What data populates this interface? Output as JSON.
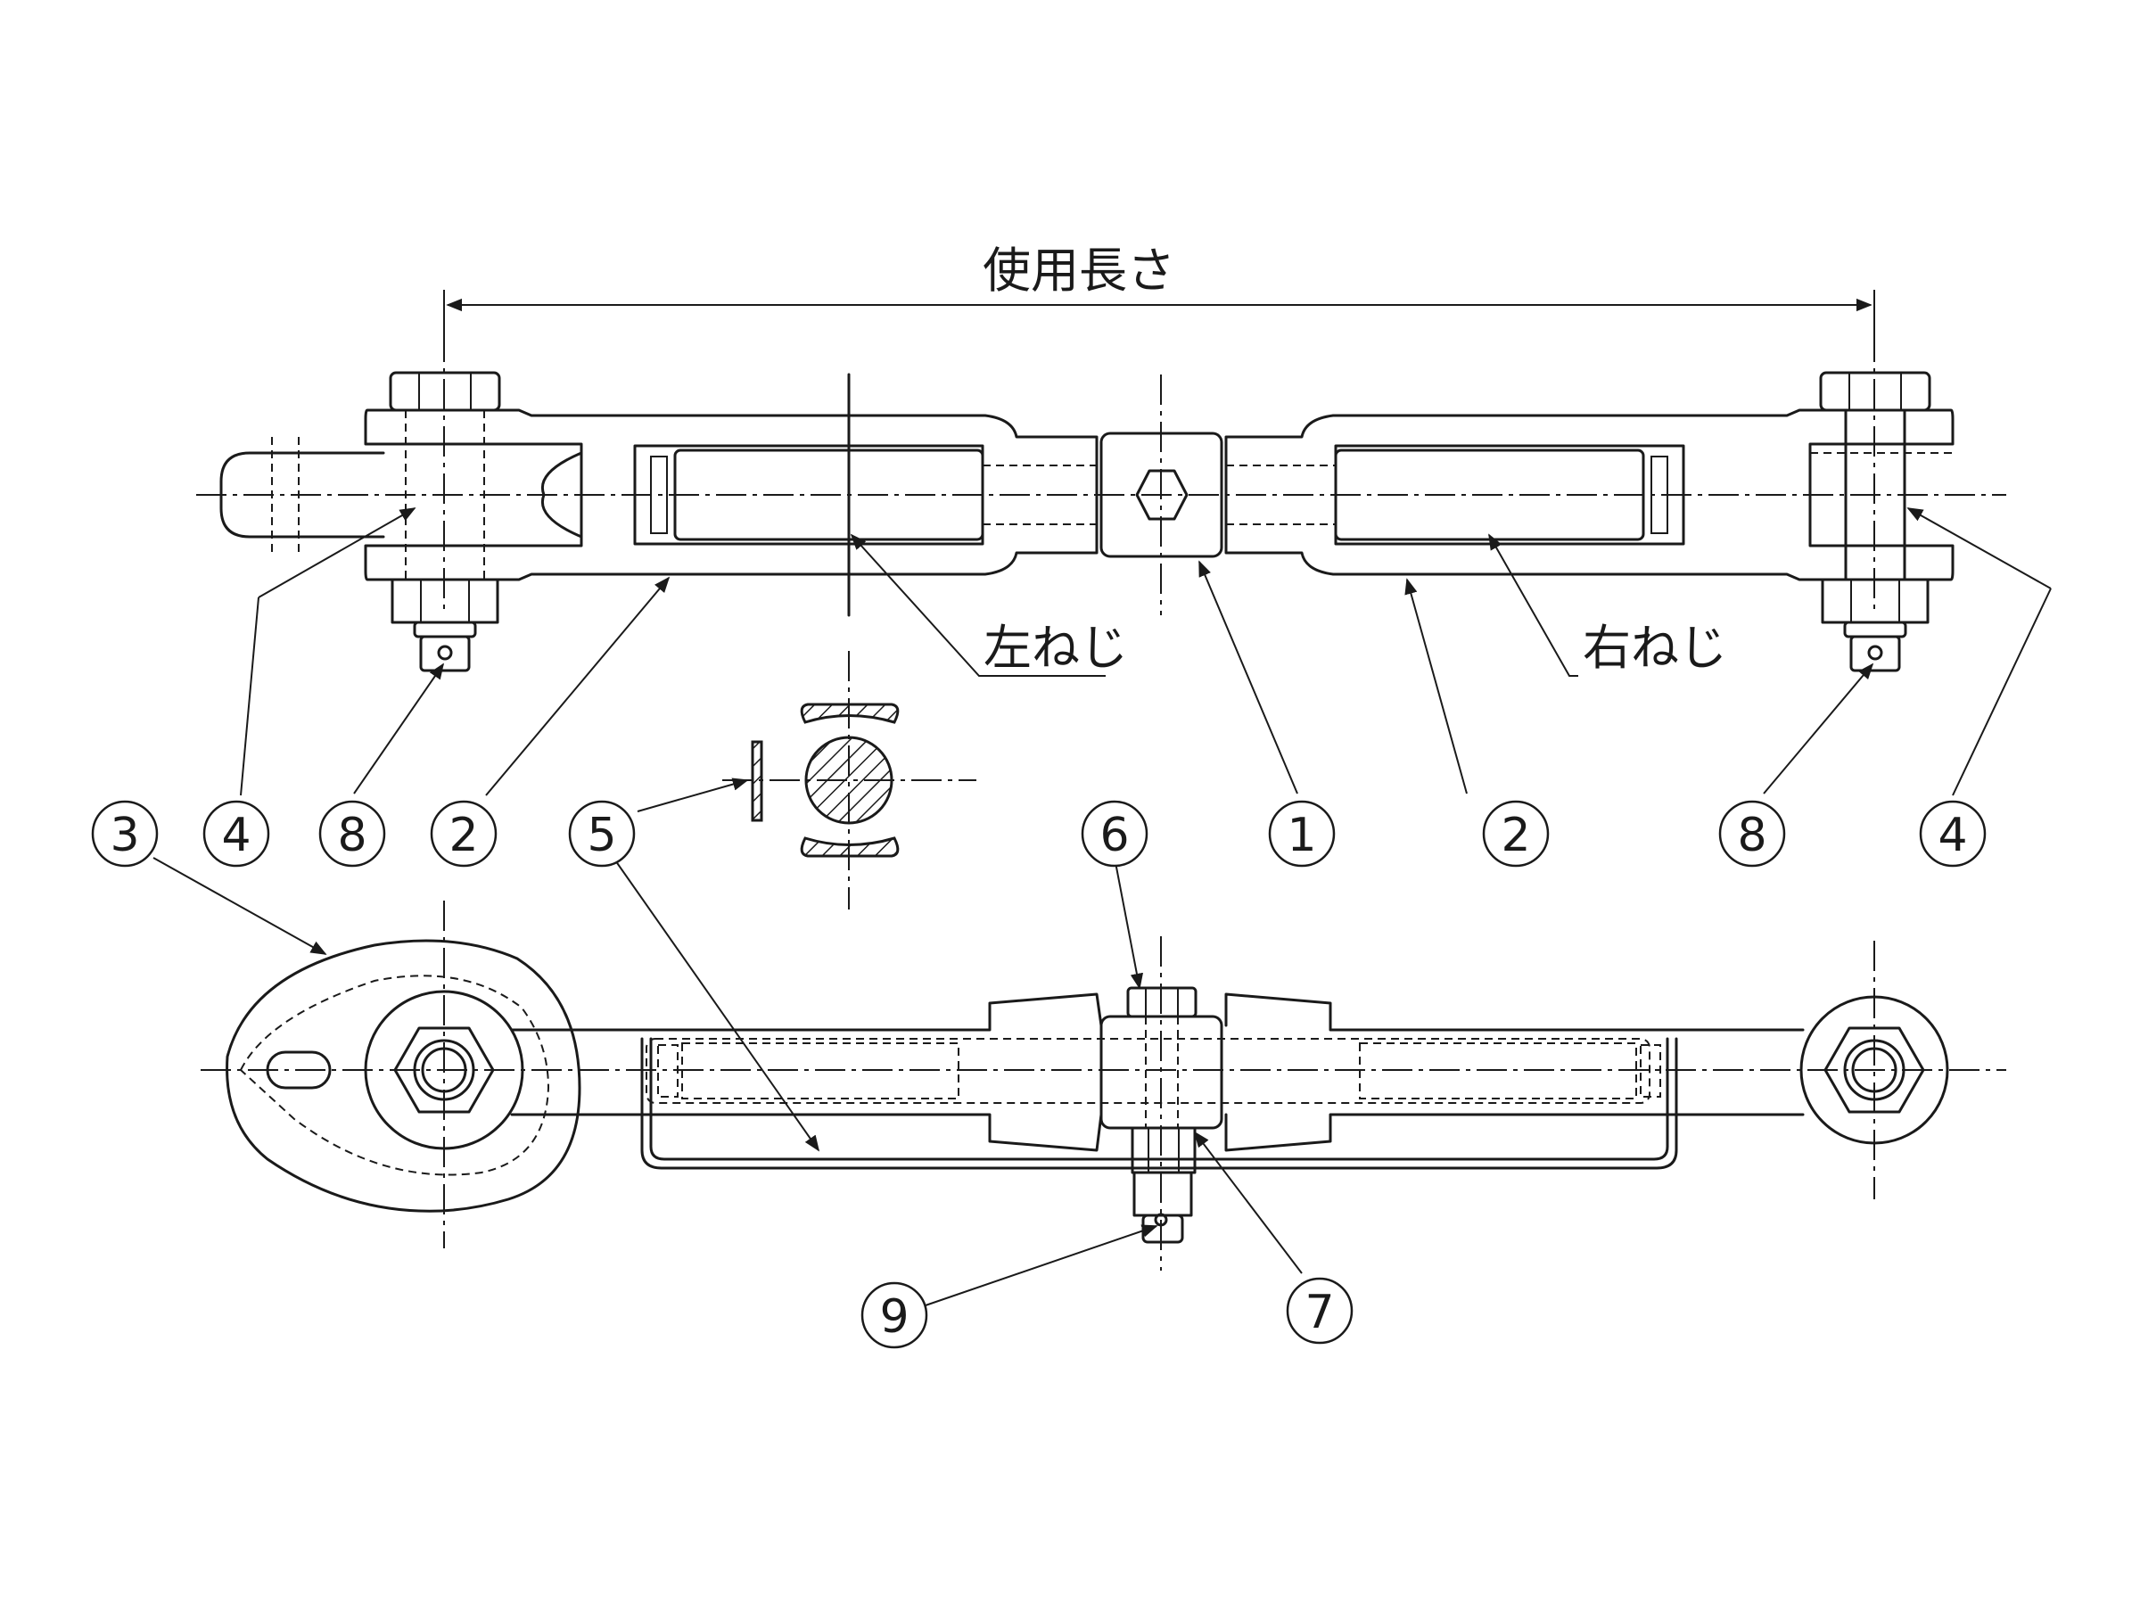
{
  "labels": {
    "length": "使用長さ",
    "left_thread": "左ねじ",
    "right_thread": "右ねじ"
  },
  "callouts": {
    "c1": "1",
    "c2a": "2",
    "c2b": "2",
    "c3": "3",
    "c4a": "4",
    "c4b": "4",
    "c5": "5",
    "c6": "6",
    "c7": "7",
    "c8a": "8",
    "c8b": "8",
    "c9": "9"
  }
}
